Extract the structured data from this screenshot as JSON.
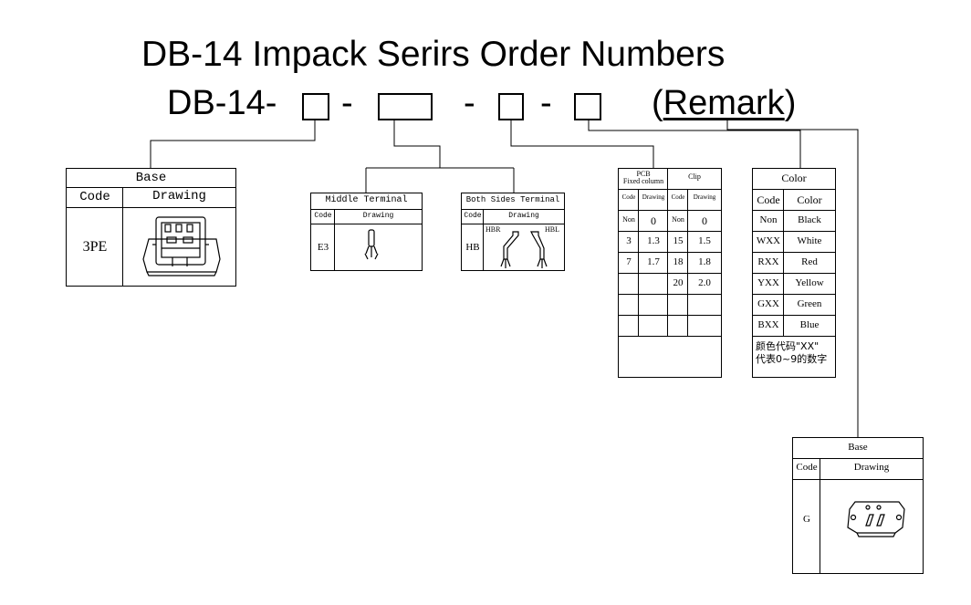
{
  "title": "DB-14 Impack Serirs Order Numbers",
  "code": {
    "prefix": "DB-14-",
    "separator": "-",
    "remark_open": "(",
    "remark_word": "Remark",
    "remark_close": ")"
  },
  "base_table": {
    "header": "Base",
    "col_code": "Code",
    "col_drawing": "Drawing",
    "row_code": "3PE"
  },
  "middle_table": {
    "header": "Middle Terminal",
    "col_code": "Code",
    "col_drawing": "Drawing",
    "row_code": "E3"
  },
  "both_table": {
    "header": "Both Sides Terminal",
    "col_code": "Code",
    "col_drawing": "Drawing",
    "row_code": "HB",
    "label_left": "HBR",
    "label_right": "HBL"
  },
  "pcb_table": {
    "header_pcb_line1": "PCB",
    "header_pcb_line2": "Fixed column",
    "header_clip": "Clip",
    "sub_headers": [
      "Code",
      "Drawing",
      "Code",
      "Drawing"
    ],
    "rows": [
      [
        "Non",
        "0",
        "Non",
        "0"
      ],
      [
        "3",
        "1.3",
        "15",
        "1.5"
      ],
      [
        "7",
        "1.7",
        "18",
        "1.8"
      ],
      [
        "",
        "",
        "20",
        "2.0"
      ]
    ]
  },
  "color_table": {
    "header": "Color",
    "col_code": "Code",
    "col_color": "Color",
    "rows": [
      [
        "Non",
        "Black"
      ],
      [
        "WXX",
        "White"
      ],
      [
        "RXX",
        "Red"
      ],
      [
        "YXX",
        "Yellow"
      ],
      [
        "GXX",
        "Green"
      ],
      [
        "BXX",
        "Blue"
      ]
    ],
    "note_line1": "颜色代码\"XX\"",
    "note_line2": "代表0~9的数字"
  },
  "remark_table": {
    "header": "Base",
    "col_code": "Code",
    "col_drawing": "Drawing",
    "row_code": "G"
  }
}
